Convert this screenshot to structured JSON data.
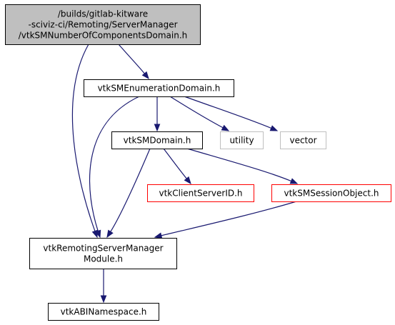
{
  "colors": {
    "edge": "#191970",
    "root_fill": "#bfbfbf",
    "border_black": "#000000",
    "border_gray": "#bfbfbf",
    "border_red": "#ff0000",
    "text": "#000000"
  },
  "nodes": {
    "root": {
      "lines": [
        "/builds/gitlab-kitware",
        "-sciviz-ci/Remoting/ServerManager",
        "/vtkSMNumberOfComponentsDomain.h"
      ],
      "style": "root"
    },
    "enum": {
      "lines": [
        "vtkSMEnumerationDomain.h"
      ],
      "style": "black"
    },
    "domain": {
      "lines": [
        "vtkSMDomain.h"
      ],
      "style": "black"
    },
    "utility": {
      "lines": [
        "utility"
      ],
      "style": "gray"
    },
    "vector": {
      "lines": [
        "vector"
      ],
      "style": "gray"
    },
    "clientid": {
      "lines": [
        "vtkClientServerID.h"
      ],
      "style": "red"
    },
    "session": {
      "lines": [
        "vtkSMSessionObject.h"
      ],
      "style": "red"
    },
    "module": {
      "lines": [
        "vtkRemotingServerManager",
        "Module.h"
      ],
      "style": "black"
    },
    "abi": {
      "lines": [
        "vtkABINamespace.h"
      ],
      "style": "black"
    }
  },
  "edges": [
    {
      "from": "root",
      "to": "enum"
    },
    {
      "from": "root",
      "to": "module"
    },
    {
      "from": "enum",
      "to": "domain"
    },
    {
      "from": "enum",
      "to": "utility"
    },
    {
      "from": "enum",
      "to": "vector"
    },
    {
      "from": "enum",
      "to": "module"
    },
    {
      "from": "domain",
      "to": "clientid"
    },
    {
      "from": "domain",
      "to": "session"
    },
    {
      "from": "domain",
      "to": "module"
    },
    {
      "from": "session",
      "to": "module"
    },
    {
      "from": "module",
      "to": "abi"
    }
  ]
}
